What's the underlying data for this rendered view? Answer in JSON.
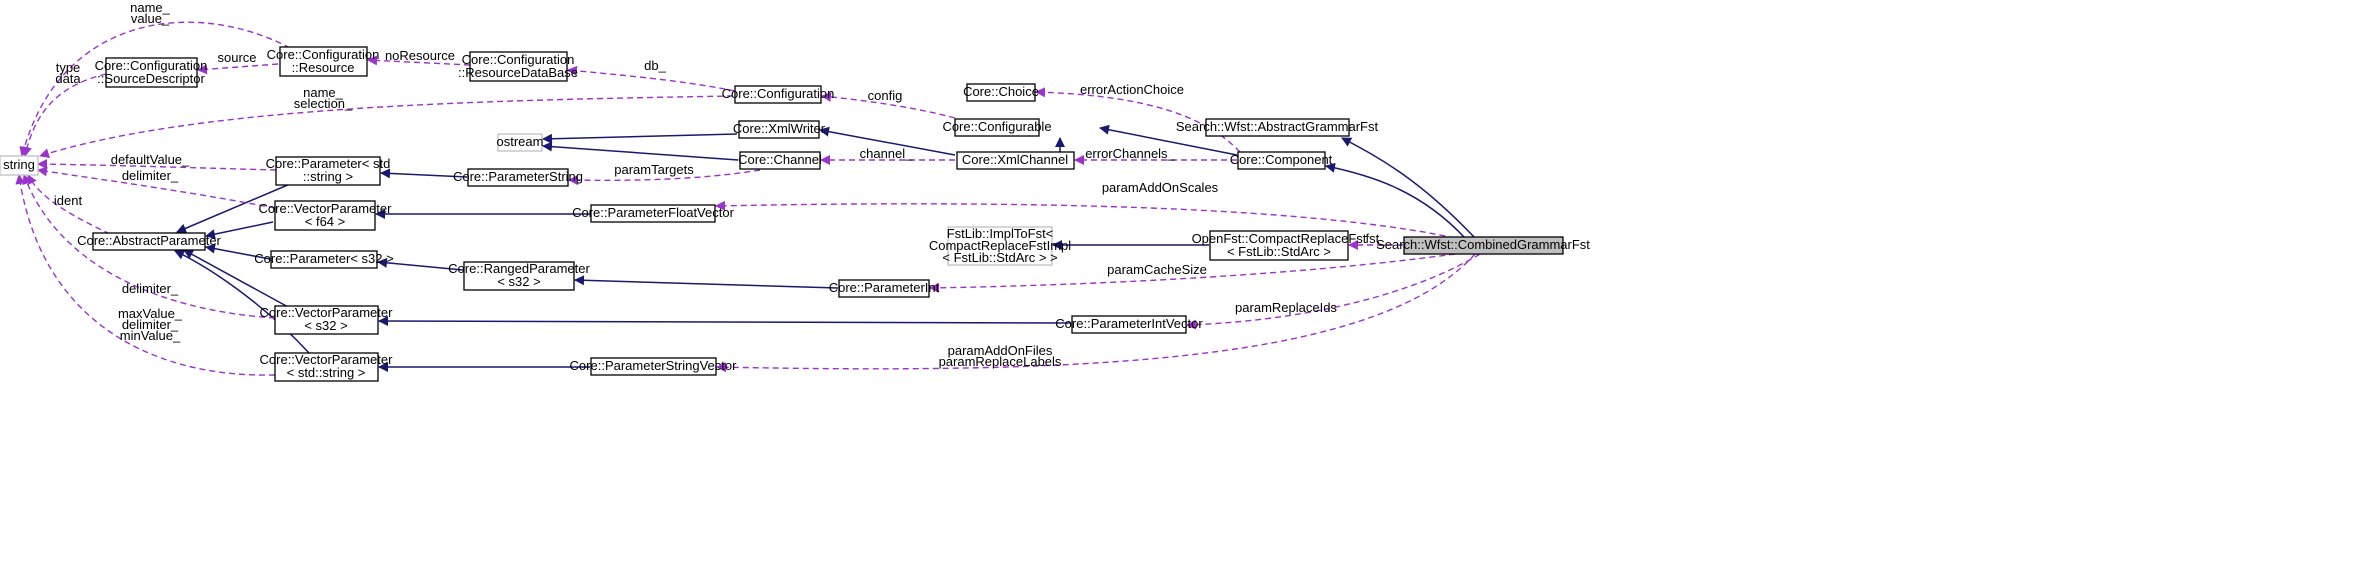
{
  "nodes": {
    "string": [
      "string"
    ],
    "source_descriptor": [
      "Core::Configuration",
      "::SourceDescriptor"
    ],
    "resource": [
      "Core::Configuration",
      "::Resource"
    ],
    "resource_database": [
      "Core::Configuration",
      "::ResourceDataBase"
    ],
    "configuration": [
      "Core::Configuration"
    ],
    "choice": [
      "Core::Choice"
    ],
    "configurable": [
      "Core::Configurable"
    ],
    "abstract_grammar_fst": [
      "Search::Wfst::AbstractGrammarFst"
    ],
    "xml_writer": [
      "Core::XmlWriter"
    ],
    "ostream": [
      "ostream"
    ],
    "channel": [
      "Core::Channel"
    ],
    "xml_channel": [
      "Core::XmlChannel"
    ],
    "component": [
      "Core::Component"
    ],
    "parameter_std_string": [
      "Core::Parameter< std",
      "::string >"
    ],
    "parameter_string": [
      "Core::ParameterString"
    ],
    "vector_parameter_f64": [
      "Core::VectorParameter",
      "< f64 >"
    ],
    "parameter_float_vector": [
      "Core::ParameterFloatVector"
    ],
    "abstract_parameter": [
      "Core::AbstractParameter"
    ],
    "impl_to_fst": [
      "FstLib::ImplToFst<",
      "CompactReplaceFstImpl",
      "< FstLib::StdArc > >"
    ],
    "compact_replace_fst": [
      "OpenFst::CompactReplaceFst",
      "< FstLib::StdArc >"
    ],
    "combined_grammar_fst": [
      "Search::Wfst::CombinedGrammarFst"
    ],
    "parameter_s32": [
      "Core::Parameter< s32 >"
    ],
    "ranged_parameter": [
      "Core::RangedParameter",
      "< s32 >"
    ],
    "parameter_int": [
      "Core::ParameterInt"
    ],
    "vector_parameter_s32": [
      "Core::VectorParameter",
      "< s32 >"
    ],
    "parameter_int_vector": [
      "Core::ParameterIntVector"
    ],
    "vector_parameter_std_string": [
      "Core::VectorParameter",
      "< std::string >"
    ],
    "parameter_string_vector": [
      "Core::ParameterStringVector"
    ]
  },
  "edge_labels": {
    "name_value": [
      "name_",
      "value_"
    ],
    "type_data": [
      "type",
      "data"
    ],
    "source": [
      "source"
    ],
    "no_resource": [
      "noResource"
    ],
    "db": [
      "db_"
    ],
    "name_selection": [
      "name_",
      "selection_"
    ],
    "config": [
      "config"
    ],
    "error_action_choice": [
      "errorActionChoice"
    ],
    "default_value": [
      "defaultValue_"
    ],
    "delimiter_top": [
      "delimiter_"
    ],
    "ident": [
      "ident"
    ],
    "delimiter_mid": [
      "delimiter_"
    ],
    "max_delim_min": [
      "maxValue_",
      "delimiter_",
      "minValue_"
    ],
    "channel": [
      "channel_"
    ],
    "error_channels": [
      "errorChannels_"
    ],
    "param_targets": [
      "paramTargets"
    ],
    "param_add_on_scales": [
      "paramAddOnScales"
    ],
    "fst": [
      "fst_"
    ],
    "param_cache_size": [
      "paramCacheSize"
    ],
    "param_replace_ids": [
      "paramReplaceIds"
    ],
    "param_add_on_files": [
      "paramAddOnFiles",
      "paramReplaceLabels"
    ]
  }
}
